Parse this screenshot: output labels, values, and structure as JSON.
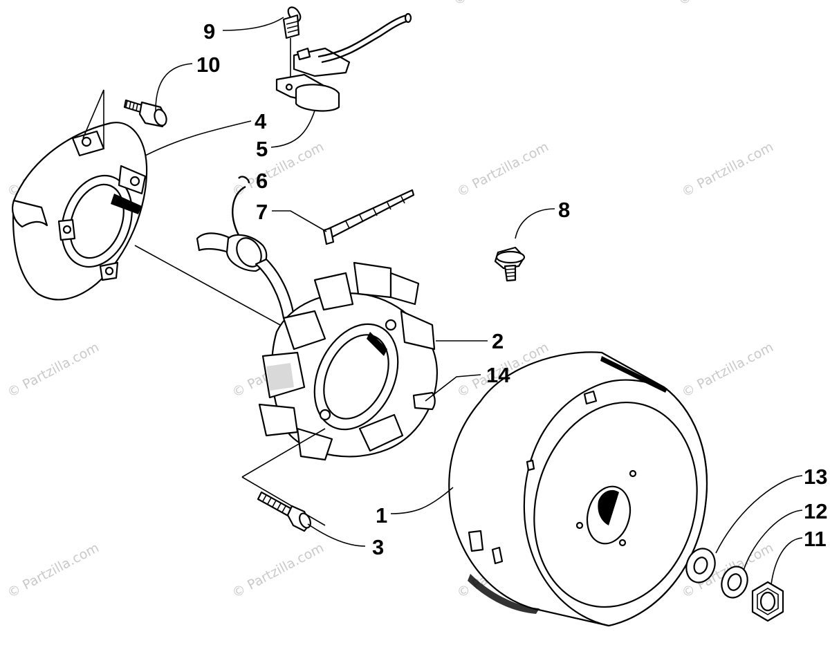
{
  "watermark": "© Partzilla.com",
  "callouts": [
    "1",
    "2",
    "3",
    "4",
    "5",
    "6",
    "7",
    "8",
    "9",
    "10",
    "11",
    "12",
    "13",
    "14"
  ],
  "parts": {
    "flywheel": "flywheel",
    "stator": "stator-assembly",
    "bolt_3": "stator-bolt",
    "baseplate": "base-plate",
    "pickup": "pulser-coil",
    "cable_tie": "cable-tie",
    "bolt_8": "flange-bolt",
    "screw_9": "screw",
    "bolt_10": "base-plate-bolt",
    "nut_11": "nut",
    "lock_washer_12": "lock-washer",
    "washer_13": "washer",
    "key_14": "woodruff-key"
  }
}
